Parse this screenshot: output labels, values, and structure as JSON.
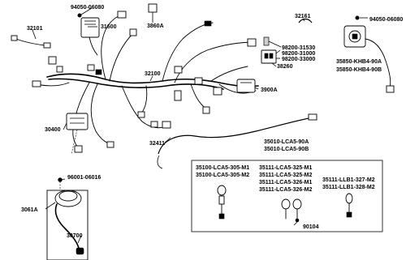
{
  "labels": {
    "p94050_06080_a": "94050-06080",
    "p31600": "31600",
    "p3860a": "3860A",
    "p32101": "32101",
    "p32161": "32161",
    "p94050_06080_b": "94050-06080",
    "p98200_31530": "98200-31530",
    "p98200_31000": "98200-31000",
    "p98200_33000": "98200-33000",
    "p38260": "38260",
    "p35850_khb4_90a": "35850-KHB4-90A",
    "p35850_khb4_90b": "35850-KHB4-90B",
    "p32100": "32100",
    "p3900a": "3900A",
    "p30400": "30400",
    "p32411": "32411",
    "p35010_lca5_90a": "35010-LCA5-90A",
    "p35010_lca5_90b": "35010-LCA5-90B",
    "p96001_06016": "96001-06016",
    "p35100_lca5_305_m1": "35100-LCA5-305-M1",
    "p35100_lca5_305_m2": "35100-LCA5-305-M2",
    "p35111_lca5_325_m1": "35111-LCA5-325-M1",
    "p35111_lca5_325_m2": "35111-LCA5-325-M2",
    "p35111_lca5_326_m1": "35111-LCA5-326-M1",
    "p35111_lca5_326_m2": "35111-LCA5-326-M2",
    "p35111_llb1_327_m2": "35111-LLB1-327-M2",
    "p35111_llb1_328_m2": "35111-LLB1-328-M2",
    "p3061a": "3061A",
    "p90104": "90104",
    "p30700": "30700"
  }
}
